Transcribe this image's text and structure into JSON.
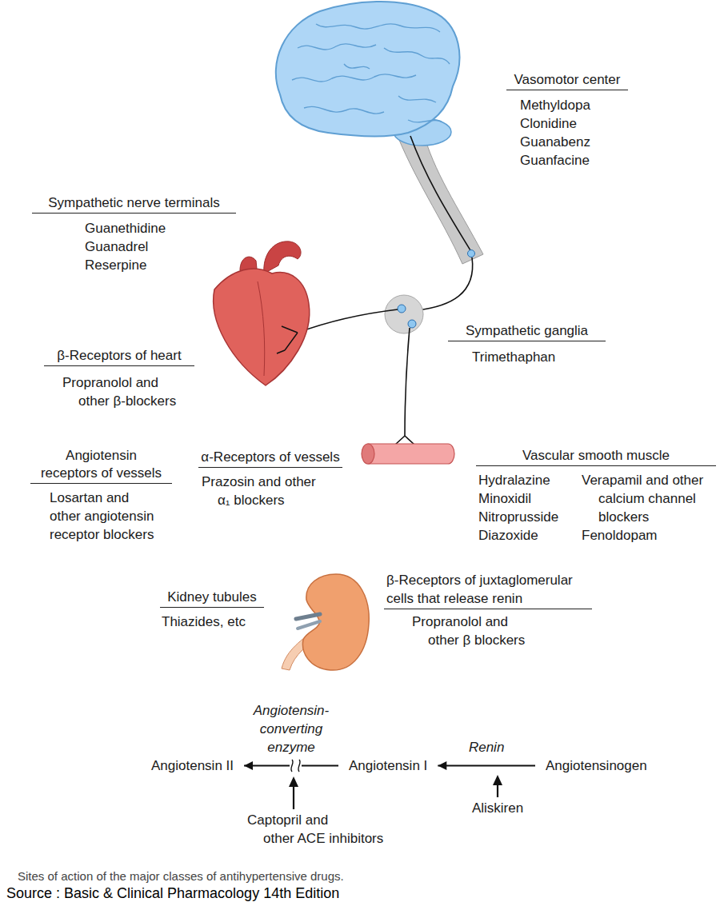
{
  "diagram": {
    "caption": "Sites of action of the major classes of antihypertensive drugs.",
    "nodes": [
      {
        "text": [
          "Angiotensin II"
        ]
      },
      {
        "text": [
          "Angiotensin I"
        ]
      },
      {
        "text": [
          "Angiotensinogen"
        ]
      }
    ],
    "edges": [
      {
        "from": 2,
        "to": 1,
        "arrow": "to",
        "label": "Renin"
      },
      {
        "from": 1,
        "to": 0,
        "arrow": "to",
        "label": "Angiotensin-converting enzyme"
      }
    ],
    "labels": [
      "Vasomotor center",
      "Methyldopa",
      "Clonidine",
      "Guanabenz",
      "Guanfacine",
      "Sympathetic nerve terminals",
      "Guanethidine",
      "Guanadrel",
      "Reserpine",
      "β-Receptors of heart",
      "Propranolol and other β-blockers",
      "Sympathetic ganglia",
      "Trimethaphan",
      "Angiotensin receptors of vessels",
      "Losartan and other angiotensin receptor blockers",
      "α-Receptors of vessels",
      "Prazosin and other α₁ blockers",
      "Vascular smooth muscle",
      "Hydralazine",
      "Minoxidil",
      "Nitroprusside",
      "Diazoxide",
      "Verapamil and other calcium channel blockers",
      "Fenoldopam",
      "Kidney tubules",
      "Thiazides, etc",
      "β-Receptors of juxtaglomerular cells that release renin",
      "Propranolol and other β blockers",
      "Aliskiren",
      "Captopril and other ACE inhibitors",
      "Source : Basic & Clinical Pharmacology 14th Edition"
    ]
  }
}
